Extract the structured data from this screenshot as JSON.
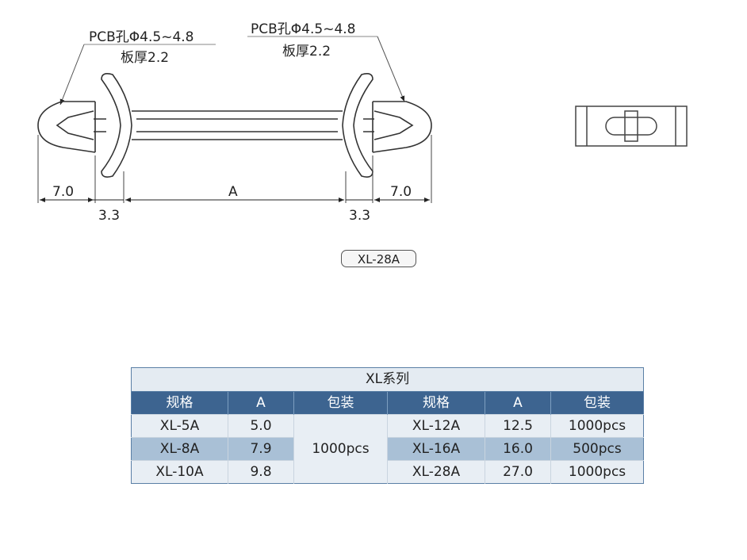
{
  "drawing": {
    "pcb_note_left": "PCB孔Φ4.5~4.8",
    "thickness_note_left": "板厚2.2",
    "pcb_note_right": "PCB孔Φ4.5~4.8",
    "thickness_note_right": "板厚2.2",
    "dim_left_tip": "7.0",
    "dim_left_flange": "3.3",
    "dim_body": "A",
    "dim_right_flange": "3.3",
    "dim_right_tip": "7.0",
    "model_tag": "XL-28A"
  },
  "table": {
    "title": "XL系列",
    "headers": [
      "规格",
      "A",
      "包装",
      "规格",
      "A",
      "包装"
    ],
    "left_rows": [
      {
        "spec": "XL-5A",
        "a": "5.0"
      },
      {
        "spec": "XL-8A",
        "a": "7.9"
      },
      {
        "spec": "XL-10A",
        "a": "9.8"
      }
    ],
    "left_packaging": "1000pcs",
    "right_rows": [
      {
        "spec": "XL-12A",
        "a": "12.5",
        "pack": "1000pcs"
      },
      {
        "spec": "XL-16A",
        "a": "16.0",
        "pack": "500pcs"
      },
      {
        "spec": "XL-28A",
        "a": "27.0",
        "pack": "1000pcs"
      }
    ]
  }
}
